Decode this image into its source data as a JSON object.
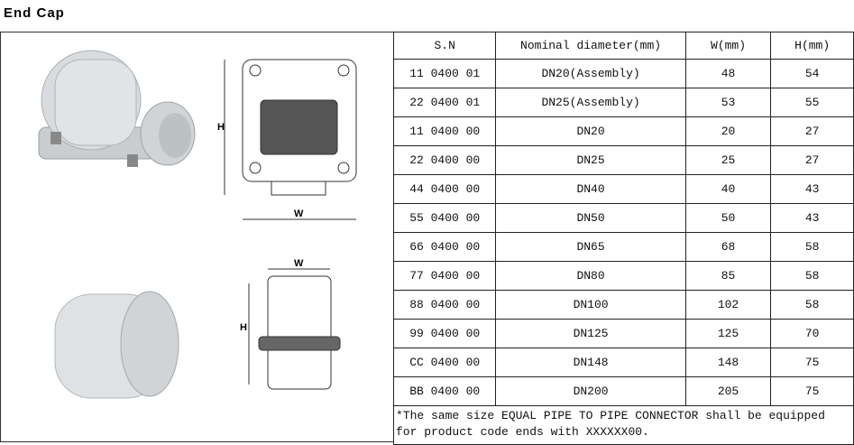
{
  "title": "End Cap",
  "drawing_labels": {
    "h1": "H",
    "w1": "W",
    "h2": "H",
    "w2": "W"
  },
  "table": {
    "headers": [
      "S.N",
      "Nominal diameter(mm)",
      "W(mm)",
      "H(mm)"
    ],
    "rows": [
      [
        "11 0400 01",
        "DN20(Assembly)",
        "48",
        "54"
      ],
      [
        "22 0400 01",
        "DN25(Assembly)",
        "53",
        "55"
      ],
      [
        "11 0400 00",
        "DN20",
        "20",
        "27"
      ],
      [
        "22 0400 00",
        "DN25",
        "25",
        "27"
      ],
      [
        "44 0400 00",
        "DN40",
        "40",
        "43"
      ],
      [
        "55 0400 00",
        "DN50",
        "50",
        "43"
      ],
      [
        "66 0400 00",
        "DN65",
        "68",
        "58"
      ],
      [
        "77 0400 00",
        "DN80",
        "85",
        "58"
      ],
      [
        "88 0400 00",
        "DN100",
        "102",
        "58"
      ],
      [
        "99 0400 00",
        "DN125",
        "125",
        "70"
      ],
      [
        "CC 0400 00",
        "DN148",
        "148",
        "75"
      ],
      [
        "BB 0400 00",
        "DN200",
        "205",
        "75"
      ]
    ],
    "note": "*The same size EQUAL PIPE TO PIPE CONNECTOR shall be equipped for product code ends with XXXXXX00."
  }
}
